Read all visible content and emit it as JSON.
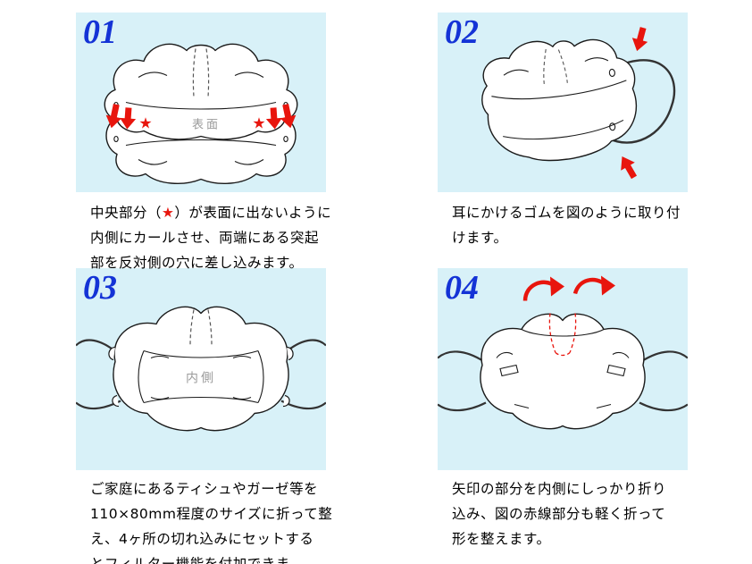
{
  "colors": {
    "panel_background": "#d8f1f8",
    "step_number_blue": "#1433d6",
    "arrow_red": "#e8150d",
    "diagram_label_gray": "#9b9b9b",
    "caption_text": "#000000"
  },
  "steps": [
    {
      "number": "01",
      "diagram_label": "表面",
      "star": "★",
      "caption_parts": {
        "before_star": "中央部分（",
        "star": "★",
        "after_star": "）が表面に出ないように\n内側にカールさせ、両端にある突起\n部を反対側の穴に差し込みます。"
      }
    },
    {
      "number": "02",
      "caption": "耳にかけるゴムを図のように取り付\nけます。"
    },
    {
      "number": "03",
      "diagram_label": "内側",
      "caption": "ご家庭にあるティシュやガーゼ等を\n110×80mm程度のサイズに折って整\nえ、4ヶ所の切れ込みにセットする\nとフィルター機能を付加できま"
    },
    {
      "number": "04",
      "caption": "矢印の部分を内側にしっかり折り\n込み、図の赤線部分も軽く折って\n形を整えます。"
    }
  ]
}
